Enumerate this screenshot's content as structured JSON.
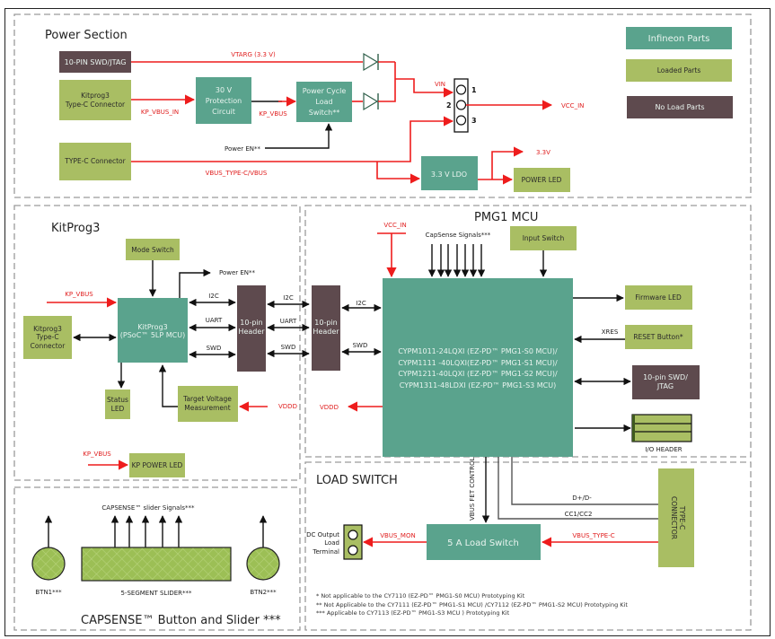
{
  "colors": {
    "infineon": "#5aa38d",
    "loaded": "#a9be63",
    "noload": "#5e4a4e",
    "signal_red": "#ee1c1c"
  },
  "sections": {
    "power": "Power Section",
    "kitprog": "KitProg3",
    "pmg1": "PMG1 MCU",
    "load_switch": "LOAD SWITCH",
    "capsense": "CAPSENSE™ Button and Slider ***"
  },
  "legend": {
    "infineon": "Infineon Parts",
    "loaded": "Loaded Parts",
    "noload": "No Load Parts"
  },
  "power": {
    "swd_jtag": "10-PIN SWD/JTAG",
    "kp_typec": [
      "Kitprog3",
      "Type-C Connector"
    ],
    "protection": [
      "30 V",
      "Protection",
      "Circuit"
    ],
    "load_switch": [
      "Power Cycle",
      "Load",
      "Switch**"
    ],
    "typec": "TYPE-C Connector",
    "ldo": "3.3 V LDO",
    "power_led": "POWER LED",
    "sig_vtarg": "VTARG (3.3 V)",
    "sig_kp_vbus_in": "KP_VBUS_IN",
    "sig_kp_vbus": "KP_VBUS",
    "sig_power_en": "Power EN**",
    "sig_vbus": "VBUS_TYPE-C/VBUS",
    "sig_vin": "VIN",
    "sig_vcc_in": "VCC_IN",
    "sig_3v3": "3.3V",
    "pins": [
      "1",
      "2",
      "3"
    ]
  },
  "kitprog": {
    "mode_switch": "Mode Switch",
    "mcu": [
      "KitProg3",
      "(PSoC™ 5LP MCU)"
    ],
    "typec": [
      "Kitprog3",
      "Type-C",
      "Connector"
    ],
    "header": [
      "10-pin",
      "Header"
    ],
    "status_led": [
      "Status",
      "LED"
    ],
    "target_voltage": [
      "Target Voltage",
      "Measurement"
    ],
    "kp_power_led": "KP POWER LED",
    "sig_power_en": "Power EN**",
    "sig_kp_vbus": "KP_VBUS",
    "sig_kp_vbus2": "KP_VBUS",
    "sig_vddd": "VDDD",
    "i2c": "I2C",
    "uart": "UART",
    "swd": "SWD"
  },
  "pmg1": {
    "header": [
      "10-pin",
      "Header"
    ],
    "mcu": [
      "CYPM1011-24LQXI (EZ-PD™ PMG1-S0 MCU)/",
      "CYPM1111 -40LQXI(EZ-PD™ PMG1-S1 MCU)/",
      "CYPM1211-40LQXI (EZ-PD™ PMG1-S2 MCU)/",
      "CYPM1311-48LDXI (EZ-PD™ PMG1-S3 MCU)"
    ],
    "input_switch": "Input Switch",
    "firmware_led": "Firmware LED",
    "reset_button": "RESET Button*",
    "swd_jtag": [
      "10-pin SWD/",
      "JTAG"
    ],
    "io_header": "I/O HEADER",
    "sig_vcc_in": "VCC_IN",
    "sig_capsense": "CapSense Signals***",
    "sig_xres": "XRES",
    "sig_vddd": "VDDD",
    "i2c": "I2C",
    "swd": "SWD"
  },
  "load": {
    "switch": "5 A Load Switch",
    "typec": [
      "TYPE-C",
      "CONNECTOR"
    ],
    "terminal": [
      "DC Output",
      "Load",
      "Terminal"
    ],
    "sig_vbus_mon": "VBUS_MON",
    "sig_vbus_typec": "VBUS_TYPE-C",
    "sig_fet": "VBUS FET CONTROL",
    "sig_dpdm": "D+/D-",
    "sig_cc": "CC1/CC2"
  },
  "capsense": {
    "signals": "CAPSENSE™ slider Signals***",
    "btn1": "BTN1***",
    "btn2": "BTN2***",
    "slider": "5-SEGMENT SLIDER***"
  },
  "footnotes": [
    "*    Not applicable to the CY7110 (EZ-PD™ PMG1-S0 MCU) Prototyping Kit",
    "**   Not Applicable to the CY7111 (EZ-PD™ PMG1-S1 MCU) /CY7112 (EZ-PD™ PMG1-S2 MCU) Prototyping Kit",
    "***  Applicable to CY7113 (EZ-PD™ PMG1-S3 MCU ) Prototyping Kit"
  ]
}
